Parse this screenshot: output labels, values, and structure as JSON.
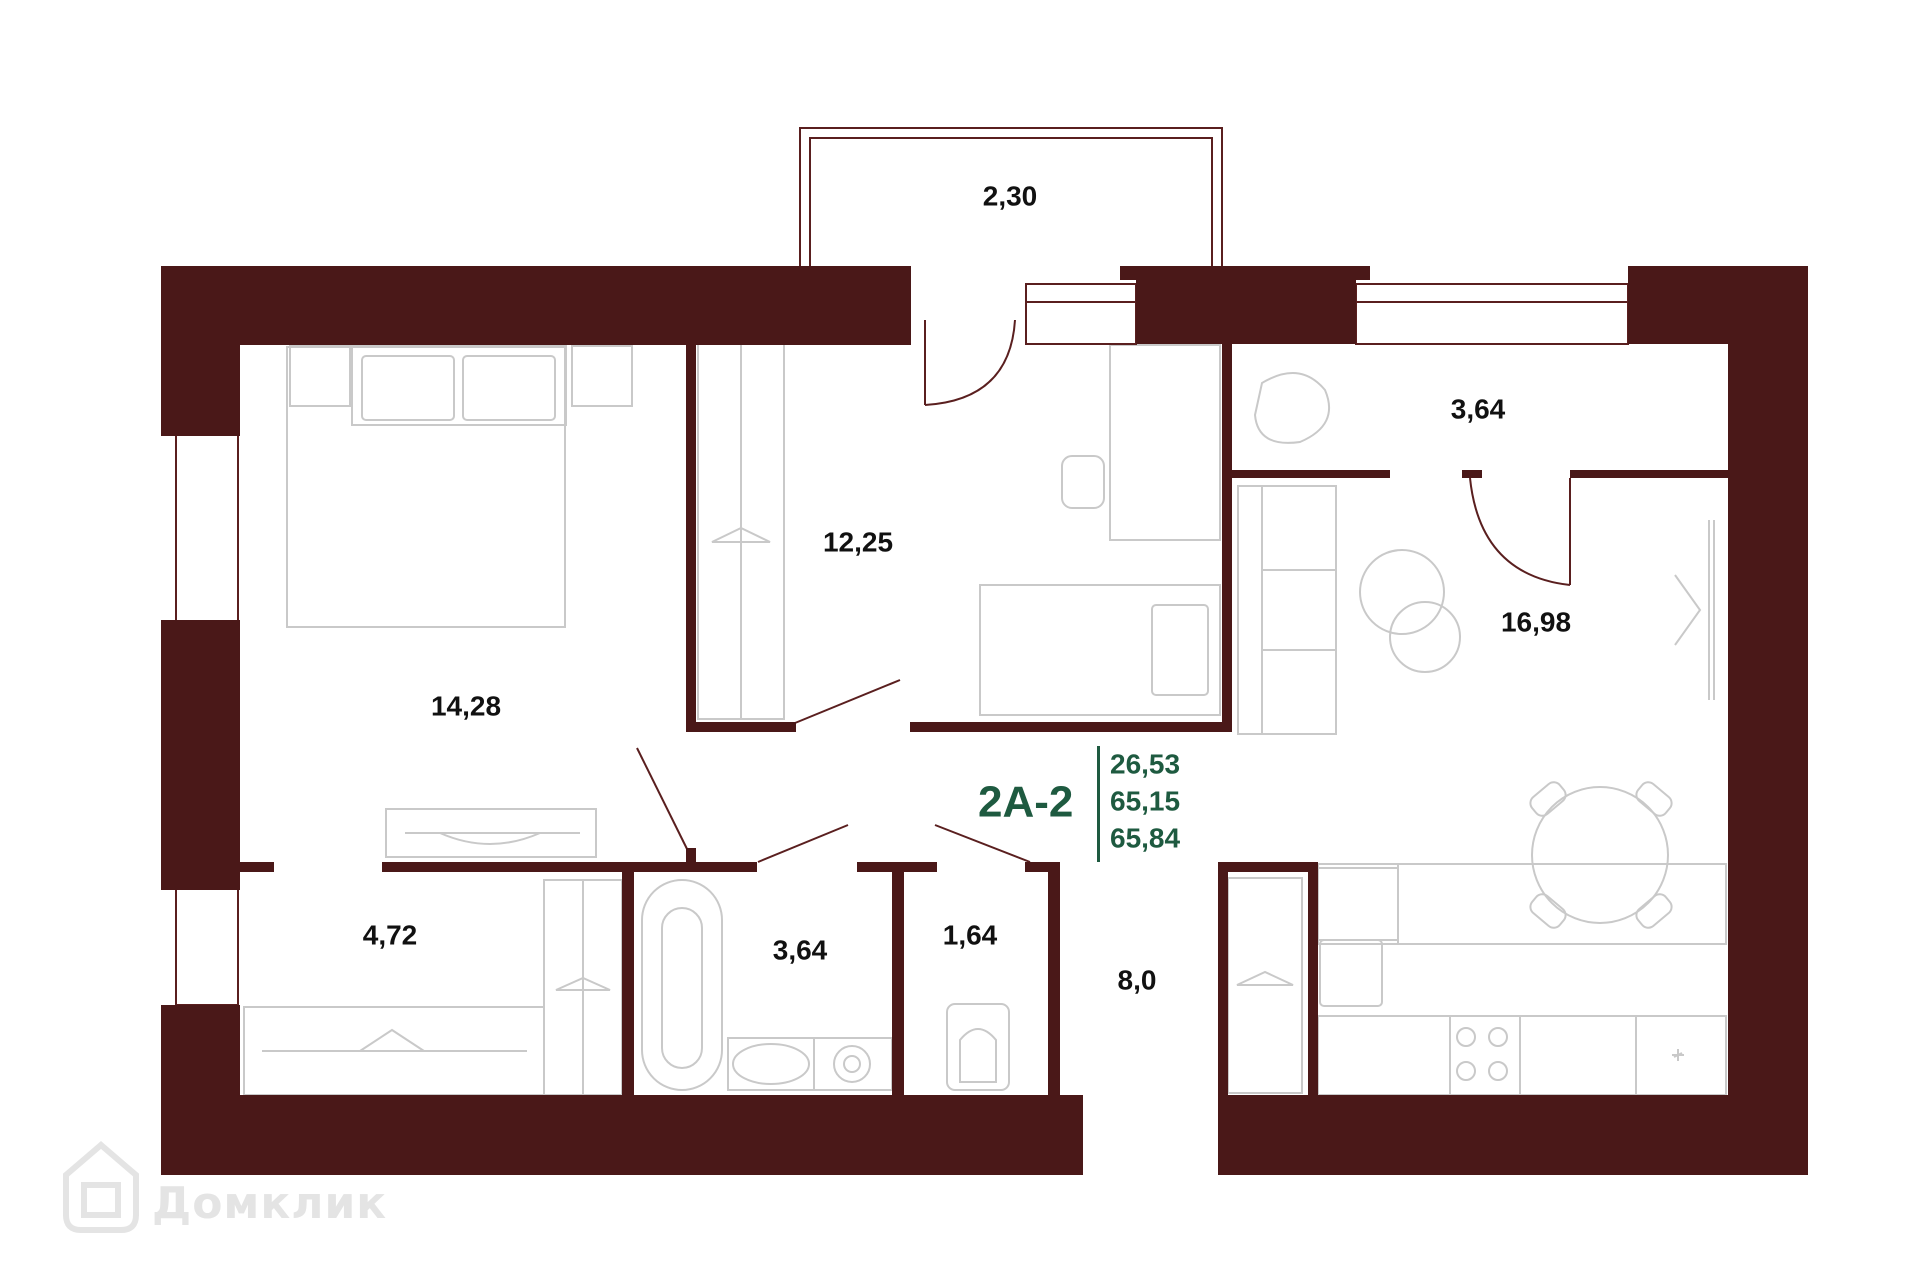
{
  "colors": {
    "wall": "#4a1818",
    "accent": "#1e5a40",
    "furniture": "#c9c9c9",
    "watermark": "#e4e4e4"
  },
  "apartment": {
    "code": "2A-2",
    "areas": [
      "26,53",
      "65,15",
      "65,84"
    ]
  },
  "rooms": {
    "balcony": "2,30",
    "bedroom_master": "14,28",
    "bedroom_child": "12,25",
    "storage_top": "3,64",
    "living_kitchen": "16,98",
    "closet": "4,72",
    "bathroom": "3,64",
    "toilet": "1,64",
    "hallway": "8,0"
  },
  "watermark": {
    "text": "Домклик",
    "icon": "house-logo-icon"
  }
}
